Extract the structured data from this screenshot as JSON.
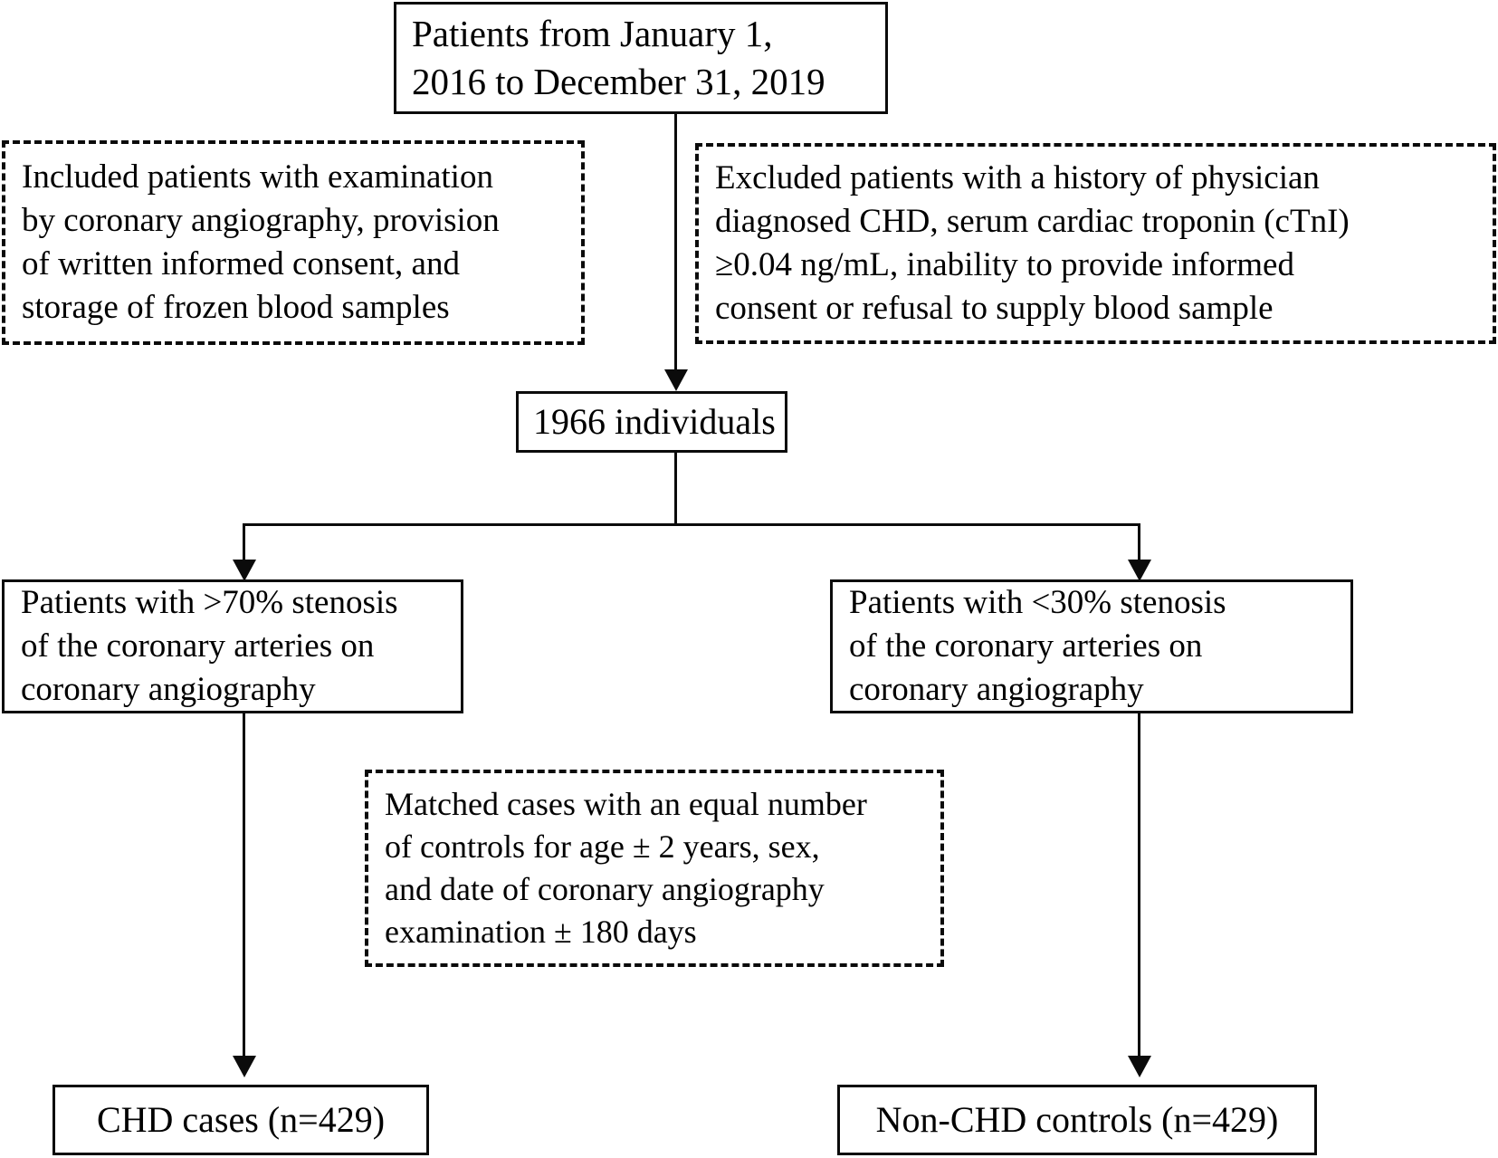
{
  "diagram": {
    "title": "CHD case-control study participant flow diagram",
    "line_color": "#0b0b0b",
    "background": "#ffffff",
    "nodes": {
      "source_population": {
        "text": "Patients from January 1,\n2016 to December 31, 2019",
        "style": "solid"
      },
      "inclusion_criteria": {
        "text": "Included patients with examination\nby coronary angiography, provision\nof written informed consent, and\nstorage of frozen blood samples",
        "style": "dashed"
      },
      "exclusion_criteria": {
        "text": "Excluded patients with a history of physician\ndiagnosed CHD, serum cardiac troponin (cTnI)\n≥0.04 ng/mL, inability to provide informed\nconsent or refusal to supply blood sample",
        "style": "dashed"
      },
      "eligible_total": {
        "text": "1966 individuals",
        "style": "solid",
        "count": 1966
      },
      "case_definition": {
        "text": "Patients with >70% stenosis\nof the coronary arteries on\ncoronary angiography",
        "style": "solid"
      },
      "control_definition": {
        "text": "Patients with <30% stenosis\nof the coronary arteries on\ncoronary angiography",
        "style": "solid"
      },
      "matching_criteria": {
        "text": "Matched cases with an equal number\nof controls for age ± 2 years, sex,\nand date of coronary angiography\nexamination ± 180 days",
        "style": "dashed"
      },
      "chd_cases": {
        "text": "CHD cases (n=429)",
        "style": "solid",
        "count": 429
      },
      "non_chd_controls": {
        "text": "Non-CHD controls (n=429)",
        "style": "solid",
        "count": 429
      }
    }
  }
}
